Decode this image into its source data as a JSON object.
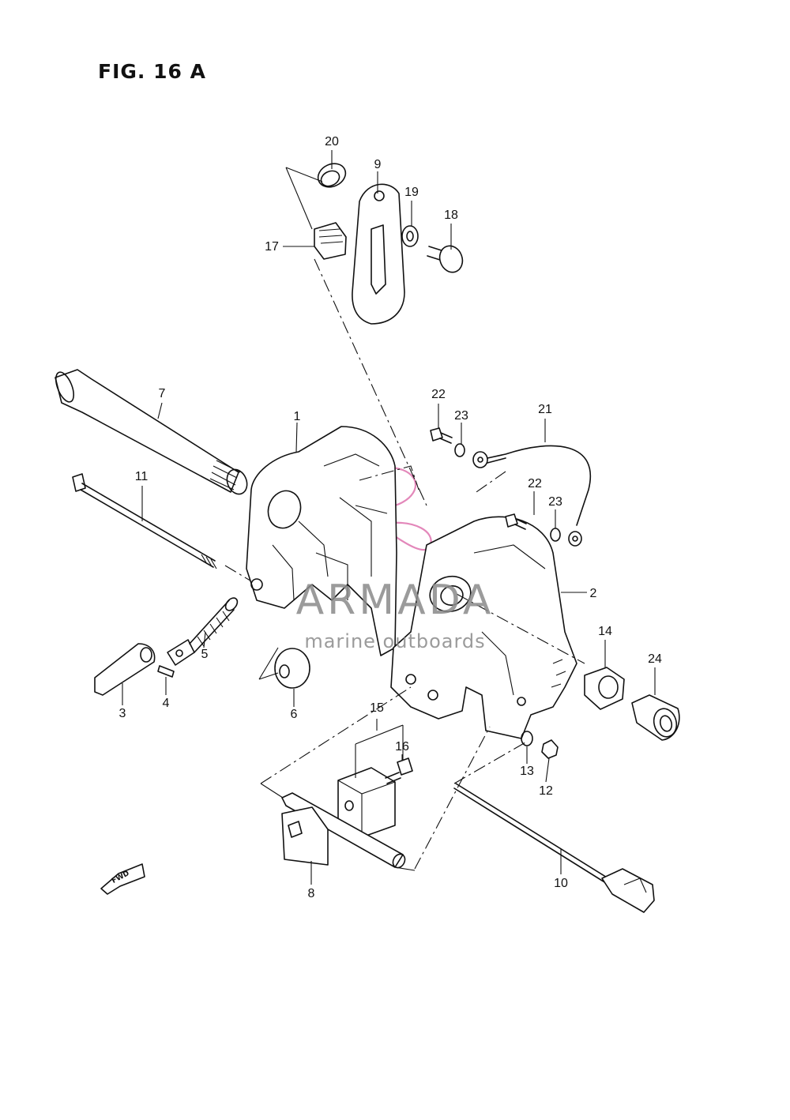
{
  "figure": {
    "title": "FIG. 16 A"
  },
  "callouts": [
    {
      "id": "c20",
      "label": "20"
    },
    {
      "id": "c9",
      "label": "9"
    },
    {
      "id": "c19",
      "label": "19"
    },
    {
      "id": "c18",
      "label": "18"
    },
    {
      "id": "c17",
      "label": "17"
    },
    {
      "id": "c7",
      "label": "7"
    },
    {
      "id": "c1",
      "label": "1"
    },
    {
      "id": "c22a",
      "label": "22"
    },
    {
      "id": "c23a",
      "label": "23"
    },
    {
      "id": "c21",
      "label": "21"
    },
    {
      "id": "c11",
      "label": "11"
    },
    {
      "id": "c22b",
      "label": "22"
    },
    {
      "id": "c23b",
      "label": "23"
    },
    {
      "id": "c2",
      "label": "2"
    },
    {
      "id": "c5",
      "label": "5"
    },
    {
      "id": "c14",
      "label": "14"
    },
    {
      "id": "c24",
      "label": "24"
    },
    {
      "id": "c3",
      "label": "3"
    },
    {
      "id": "c4",
      "label": "4"
    },
    {
      "id": "c6",
      "label": "6"
    },
    {
      "id": "c15",
      "label": "15"
    },
    {
      "id": "c16",
      "label": "16"
    },
    {
      "id": "c13",
      "label": "13"
    },
    {
      "id": "c12",
      "label": "12"
    },
    {
      "id": "c8",
      "label": "8"
    },
    {
      "id": "c10",
      "label": "10"
    }
  ],
  "watermark": {
    "brand": "ARMADA",
    "tagline": "marine outboards",
    "logo_color": "#e07bb3",
    "text_color": "#8a8a8a"
  },
  "direction_marker": {
    "label": "FWD",
    "icon": "forward-arrow-icon"
  },
  "colors": {
    "ink": "#111111",
    "paper": "#ffffff"
  }
}
